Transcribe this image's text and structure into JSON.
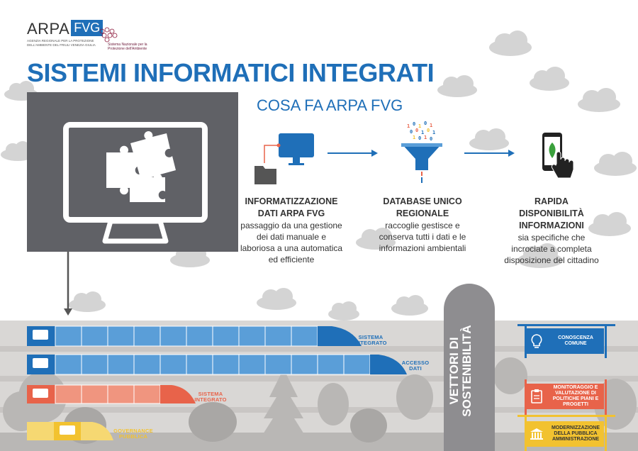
{
  "logo": {
    "arpa": "ARPA",
    "fvg": "FVG",
    "subtitle": "AGENZIA REGIONALE PER LA PROTEZIONE DELL'AMBIENTE DEL FRIULI VENEZIA GIULIA",
    "snpa": "Sistema Nazionale per la Protezione dell'Ambiente"
  },
  "title": "SISTEMI INFORMATICI INTEGRATI",
  "subtitle": "COSA FA ARPA FVG",
  "steps": [
    {
      "heading": "INFORMATIZZAZIONE DATI ARPA FVG",
      "body": "passaggio da una gestione dei dati manuale e laboriosa a una automatica ed efficiente"
    },
    {
      "heading": "DATABASE UNICO REGIONALE",
      "body": "raccoglie gestisce e conserva tutti i dati e le informazioni ambientali"
    },
    {
      "heading": "RAPIDA DISPONIBILITÀ INFORMAZIONI",
      "body": "sia specifiche che incrociate a completa disposizione del cittadino"
    }
  ],
  "trains": [
    {
      "label": "SISTEMA INTEGRATO",
      "color": "#1f6fb8"
    },
    {
      "label": "ACCESSO DATI",
      "color": "#1f6fb8"
    },
    {
      "label": "SISTEMA INTEGRATO",
      "color": "#e8634a"
    },
    {
      "label": "GOVERNANCE PUBBLICA",
      "color": "#f2c230"
    }
  ],
  "vectors": "VETTORI DI SOSTENIBILITÀ",
  "signs": [
    {
      "label": "CONOSCENZA COMUNE",
      "color": "#1f6fb8",
      "icon": "lightbulb-icon"
    },
    {
      "label": "MONITORAGGIO E VALUTAZIONE DI POLITICHE PIANI E PROGETTI",
      "color": "#e8634a",
      "icon": "clipboard-icon"
    },
    {
      "label": "MODERNIZZAZIONE DELLA PUBBLICA AMMINISTRAZIONE",
      "color": "#f2c230",
      "icon": "building-icon"
    }
  ],
  "colors": {
    "blue": "#1f6fb8",
    "grey_panel": "#606166",
    "orange": "#e8634a",
    "yellow": "#f2c230"
  }
}
